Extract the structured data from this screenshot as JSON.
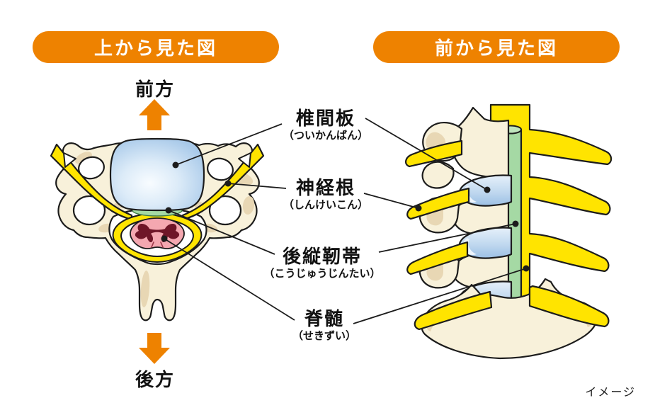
{
  "page": {
    "footer_note": "イメージ",
    "background": "#ffffff"
  },
  "banners": {
    "top_view": "上から見た図",
    "front_view": "前から見た図"
  },
  "orientation": {
    "front": "前方",
    "back": "後方"
  },
  "labels": {
    "disc": {
      "term": "椎間板",
      "reading": "（ついかんばん）"
    },
    "nerve": {
      "term": "神経根",
      "reading": "（しんけいこん）"
    },
    "ligament": {
      "term": "後縦靭帯",
      "reading": "（こうじゅうじんたい）"
    },
    "cord": {
      "term": "脊髄",
      "reading": "（せきずい）"
    }
  },
  "colors": {
    "accent_orange": "#ee8200",
    "bone": "#f8f1da",
    "bone_shade": "#e8d7b4",
    "nerve_yellow": "#ffe400",
    "disc_blue": "#a8c9e9",
    "disc_blue_light": "#eaf3fb",
    "ligament_green": "#a5d9a4",
    "cord_pink": "#f4a7b0",
    "gray_matter": "#6f1628",
    "outline": "#1c1c1c",
    "text": "#111111",
    "background": "#ffffff"
  }
}
